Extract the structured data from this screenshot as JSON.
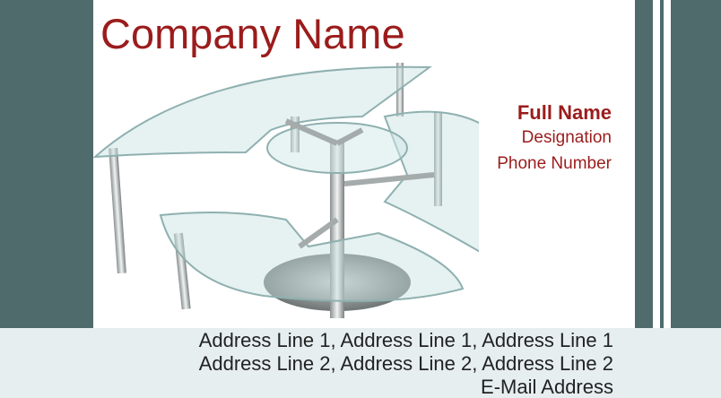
{
  "card": {
    "company": "Company Name",
    "full_name": "Full Name",
    "designation": "Designation",
    "phone": "Phone Number",
    "address_line_1": "Address Line 1, Address Line 1, Address Line 1",
    "address_line_2": "Address Line 2, Address Line 2, Address Line 2",
    "email": "E-Mail Address"
  },
  "colors": {
    "accent_red": "#9b1c1c",
    "band_teal": "#4f6b6b",
    "footer_bg": "#e6eef0"
  }
}
